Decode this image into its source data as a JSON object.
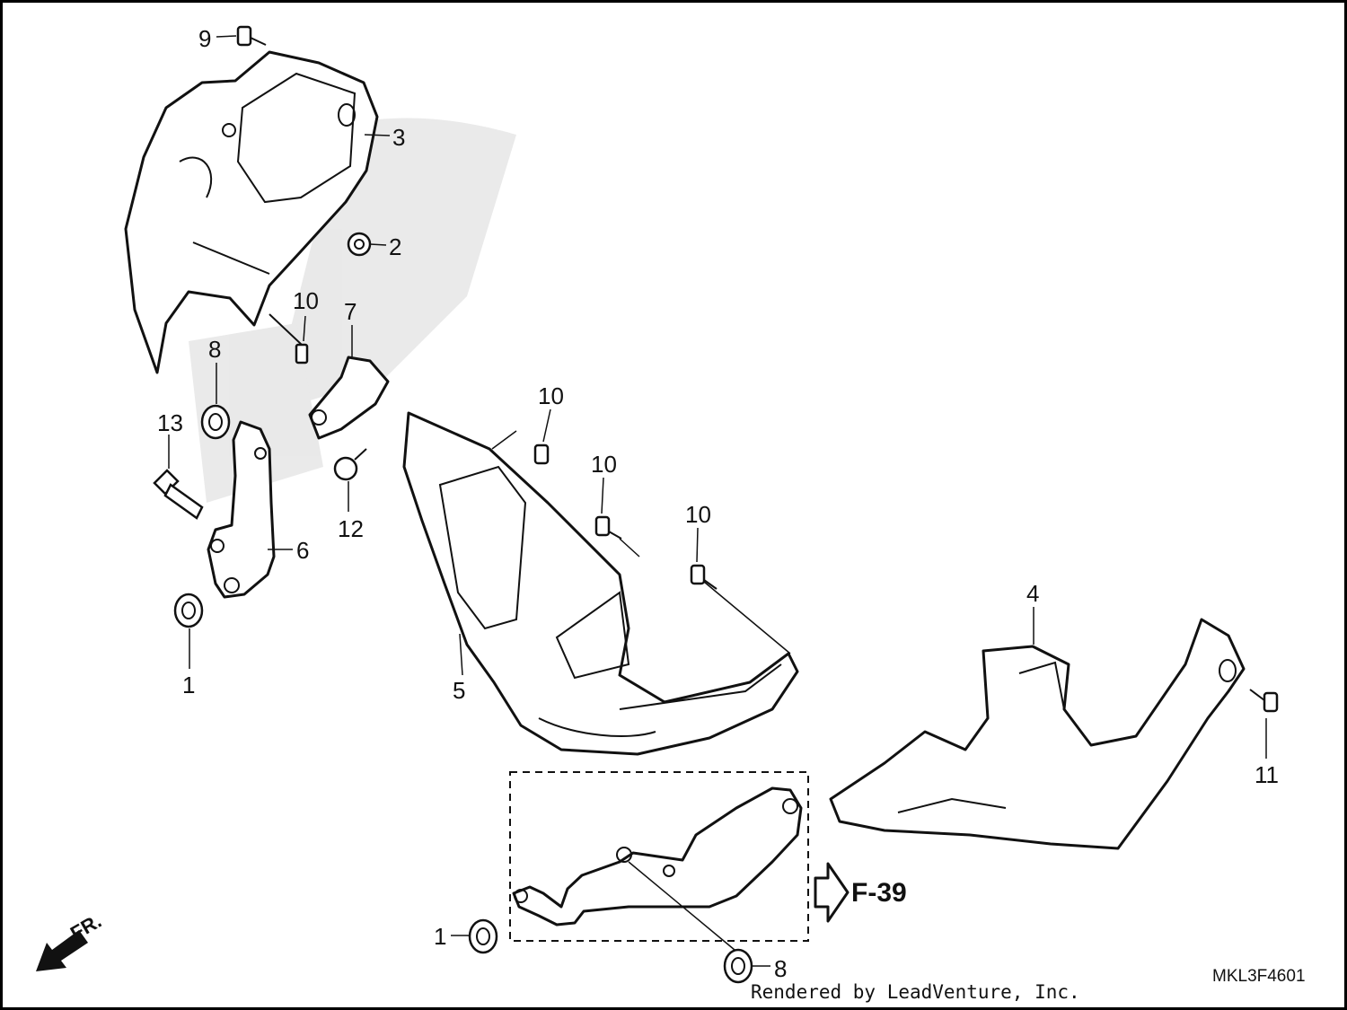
{
  "diagram": {
    "callouts": [
      {
        "id": "c9",
        "label": "9"
      },
      {
        "id": "c3",
        "label": "3"
      },
      {
        "id": "c2",
        "label": "2"
      },
      {
        "id": "c10a",
        "label": "10"
      },
      {
        "id": "c7",
        "label": "7"
      },
      {
        "id": "c8a",
        "label": "8"
      },
      {
        "id": "c13",
        "label": "13"
      },
      {
        "id": "c12",
        "label": "12"
      },
      {
        "id": "c6",
        "label": "6"
      },
      {
        "id": "c1a",
        "label": "1"
      },
      {
        "id": "c10b",
        "label": "10"
      },
      {
        "id": "c10c",
        "label": "10"
      },
      {
        "id": "c10d",
        "label": "10"
      },
      {
        "id": "c5",
        "label": "5"
      },
      {
        "id": "c4",
        "label": "4"
      },
      {
        "id": "c11",
        "label": "11"
      },
      {
        "id": "c1b",
        "label": "1"
      },
      {
        "id": "c8b",
        "label": "8"
      }
    ],
    "reference": "F-39",
    "direction_label": "FR.",
    "diagram_code": "MKL3F4601",
    "credit": "Rendered by LeadVenture, Inc."
  }
}
